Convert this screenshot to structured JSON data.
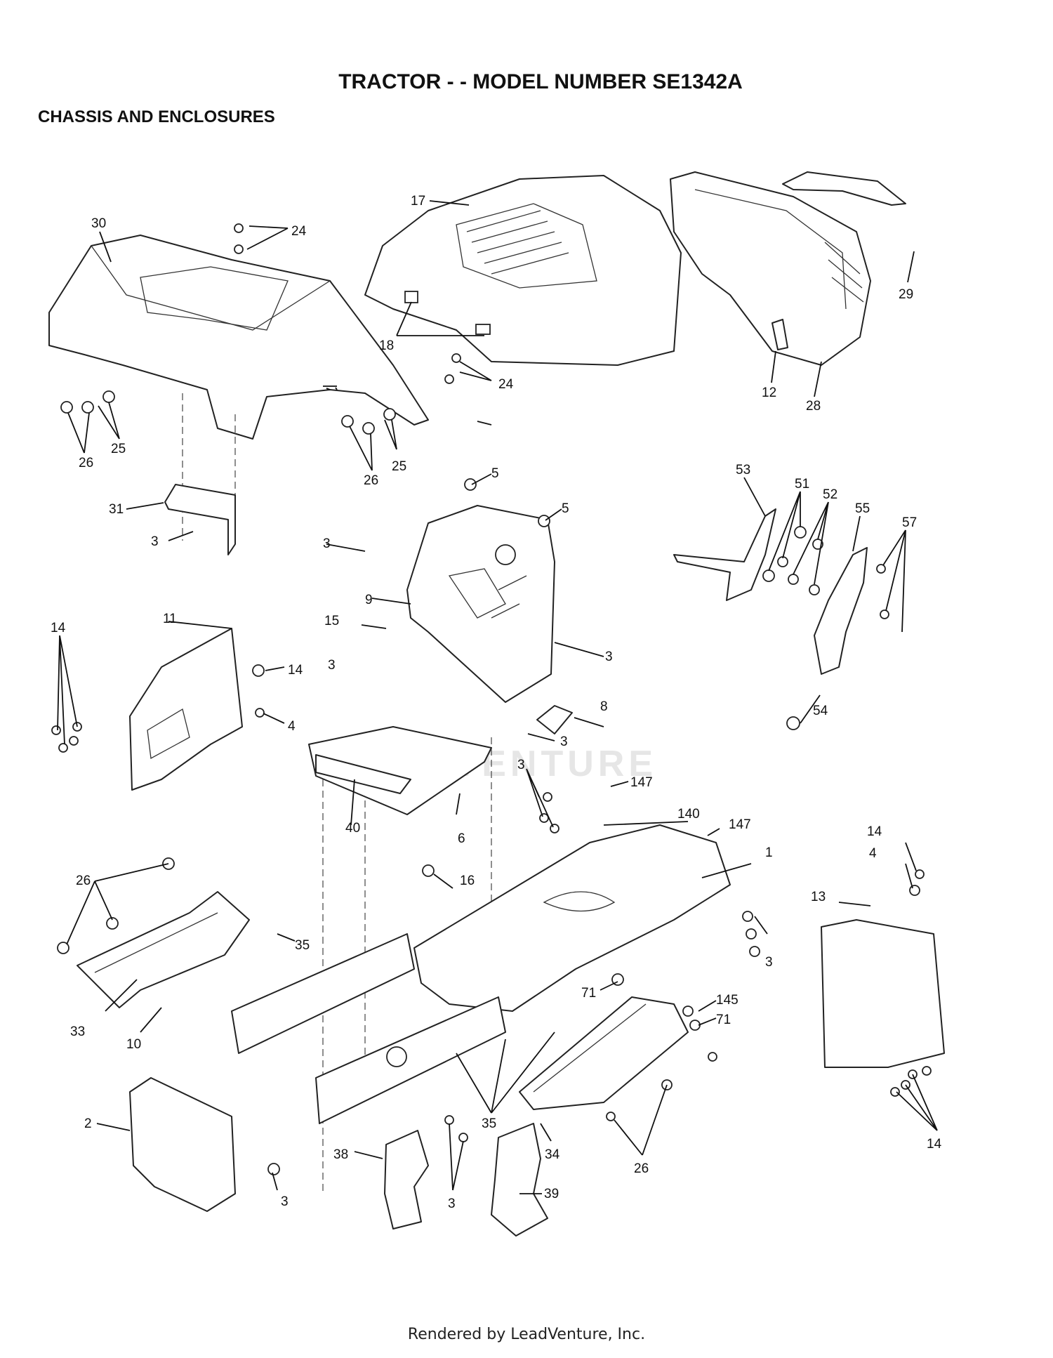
{
  "header": {
    "title": "TRACTOR - - MODEL NUMBER SE1342A",
    "section": "CHASSIS AND ENCLOSURES"
  },
  "watermark": "LEADVENTURE",
  "footer": "Rendered by LeadVenture, Inc.",
  "callouts": [
    "30",
    "24",
    "17",
    "18",
    "24",
    "29",
    "12",
    "28",
    "26",
    "25",
    "26",
    "25",
    "5",
    "5",
    "53",
    "51",
    "52",
    "55",
    "57",
    "31",
    "3",
    "3",
    "9",
    "15",
    "3",
    "14",
    "11",
    "14",
    "4",
    "54",
    "3",
    "8",
    "3",
    "147",
    "140",
    "147",
    "1",
    "14",
    "4",
    "13",
    "6",
    "40",
    "3",
    "16",
    "26",
    "35",
    "3",
    "71",
    "145",
    "71",
    "33",
    "10",
    "2",
    "35",
    "34",
    "26",
    "14",
    "3",
    "38",
    "3",
    "39"
  ],
  "colors": {
    "ink": "#222222",
    "paper": "#ffffff",
    "watermark": "#e6e6e6"
  }
}
